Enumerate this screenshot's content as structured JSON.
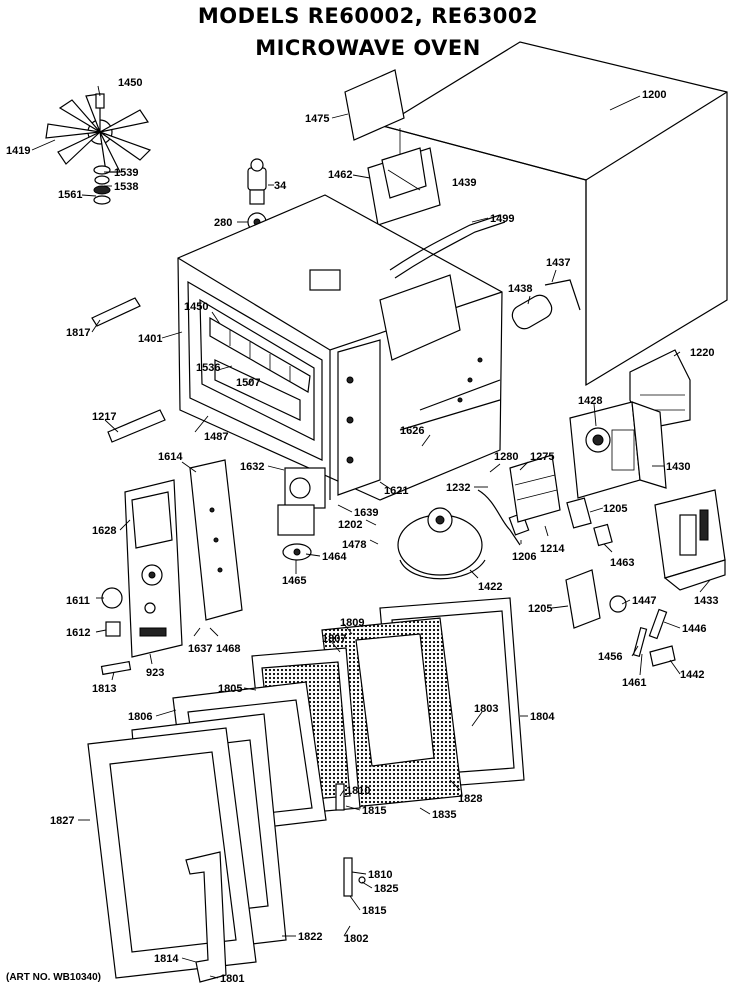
{
  "title": {
    "line1": "MODELS RE60002, RE63002",
    "line2": "MICROWAVE OVEN"
  },
  "art_number": "(ART NO. WB10340)",
  "callouts": [
    "1450",
    "1419",
    "1539",
    "1538",
    "1561",
    "34",
    "280",
    "1475",
    "1462",
    "1200",
    "1439",
    "1499",
    "1437",
    "1438",
    "1817",
    "1401",
    "1450",
    "1536",
    "1507",
    "1217",
    "1487",
    "1614",
    "1632",
    "1626",
    "1280",
    "1275",
    "1428",
    "1220",
    "1430",
    "1621",
    "1232",
    "1628",
    "1639",
    "1202",
    "1478",
    "1464",
    "1465",
    "1206",
    "1214",
    "1422",
    "1205",
    "1463",
    "1433",
    "1611",
    "1612",
    "1637",
    "1468",
    "1813",
    "923",
    "1809",
    "1807",
    "1205",
    "1447",
    "1446",
    "1456",
    "1461",
    "1442",
    "1805",
    "1806",
    "1803",
    "1804",
    "1828",
    "1810",
    "1815",
    "1835",
    "1827",
    "1810",
    "1825",
    "1815",
    "1822",
    "1802",
    "1814",
    "1801"
  ]
}
